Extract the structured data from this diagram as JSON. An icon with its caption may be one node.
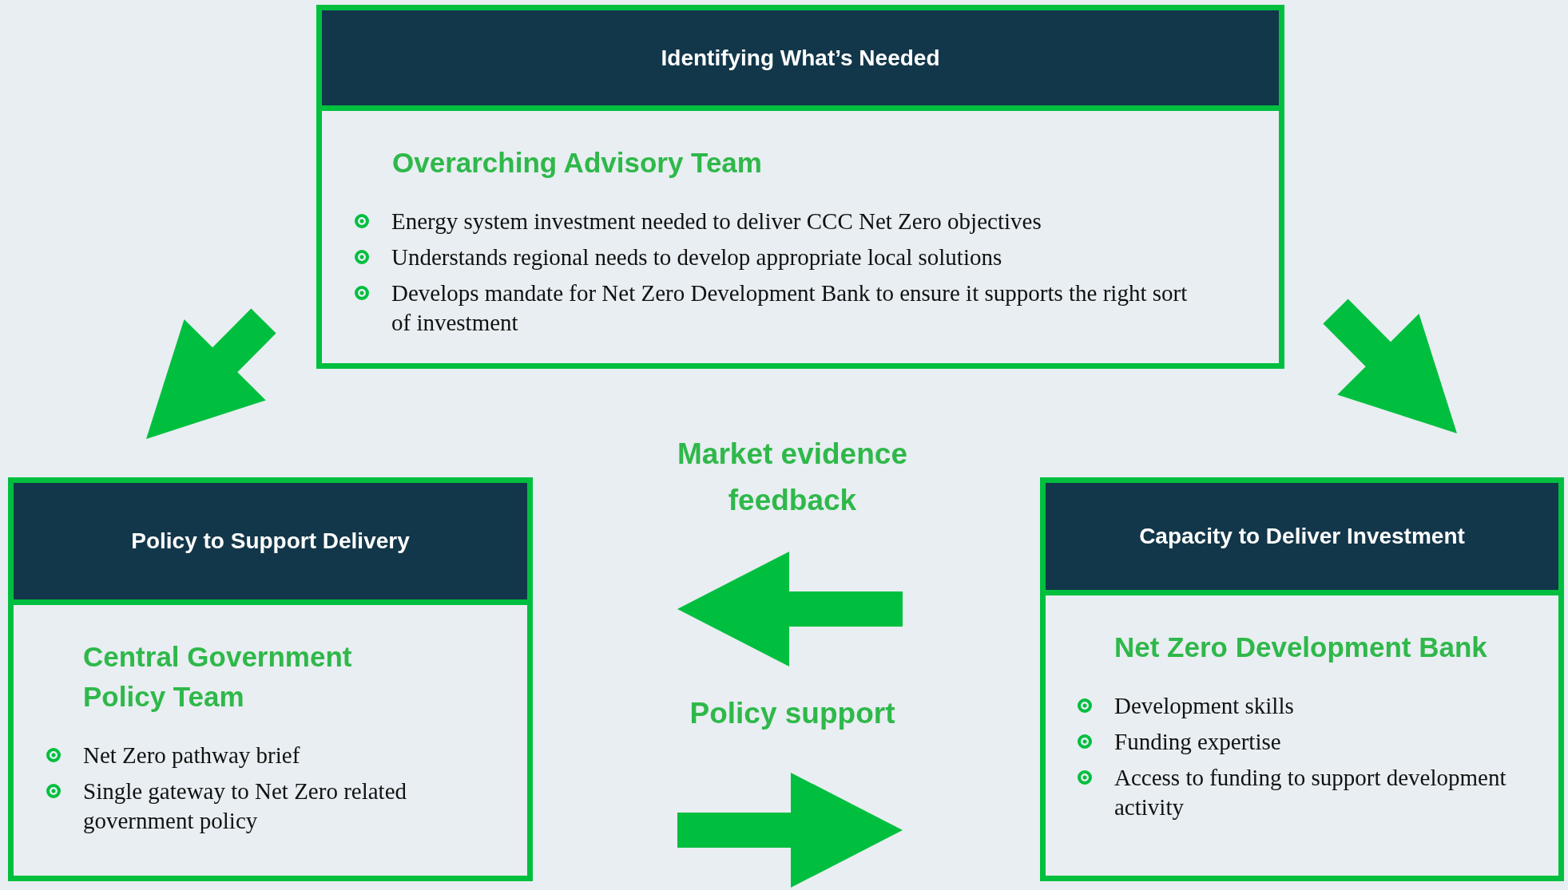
{
  "diagram": {
    "nodes": [
      {
        "text": [
          "Identifying What’s Needed",
          "Overarching Advisory Team",
          "Energy system investment needed to deliver CCC Net Zero objectives",
          "Understands regional needs to develop appropriate local solutions",
          "Develops mandate for Net Zero Development Bank to ensure it supports the right sort of investment"
        ]
      },
      {
        "text": [
          "Policy to Support Delivery",
          "Central Government Policy Team",
          "Net Zero pathway brief",
          "Single gateway to Net Zero related government policy"
        ]
      },
      {
        "text": [
          "Capacity to Deliver Investment",
          "Net Zero Development Bank",
          "Development skills",
          "Funding expertise",
          "Access to funding to support development activity"
        ]
      }
    ],
    "edges": [
      {
        "from": 0,
        "to": 1,
        "arrow": "to"
      },
      {
        "from": 0,
        "to": 2,
        "arrow": "to"
      },
      {
        "from": 2,
        "to": 1,
        "arrow": "to",
        "label": "Market evidence feedback"
      },
      {
        "from": 1,
        "to": 2,
        "arrow": "to",
        "label": "Policy support"
      }
    ]
  }
}
